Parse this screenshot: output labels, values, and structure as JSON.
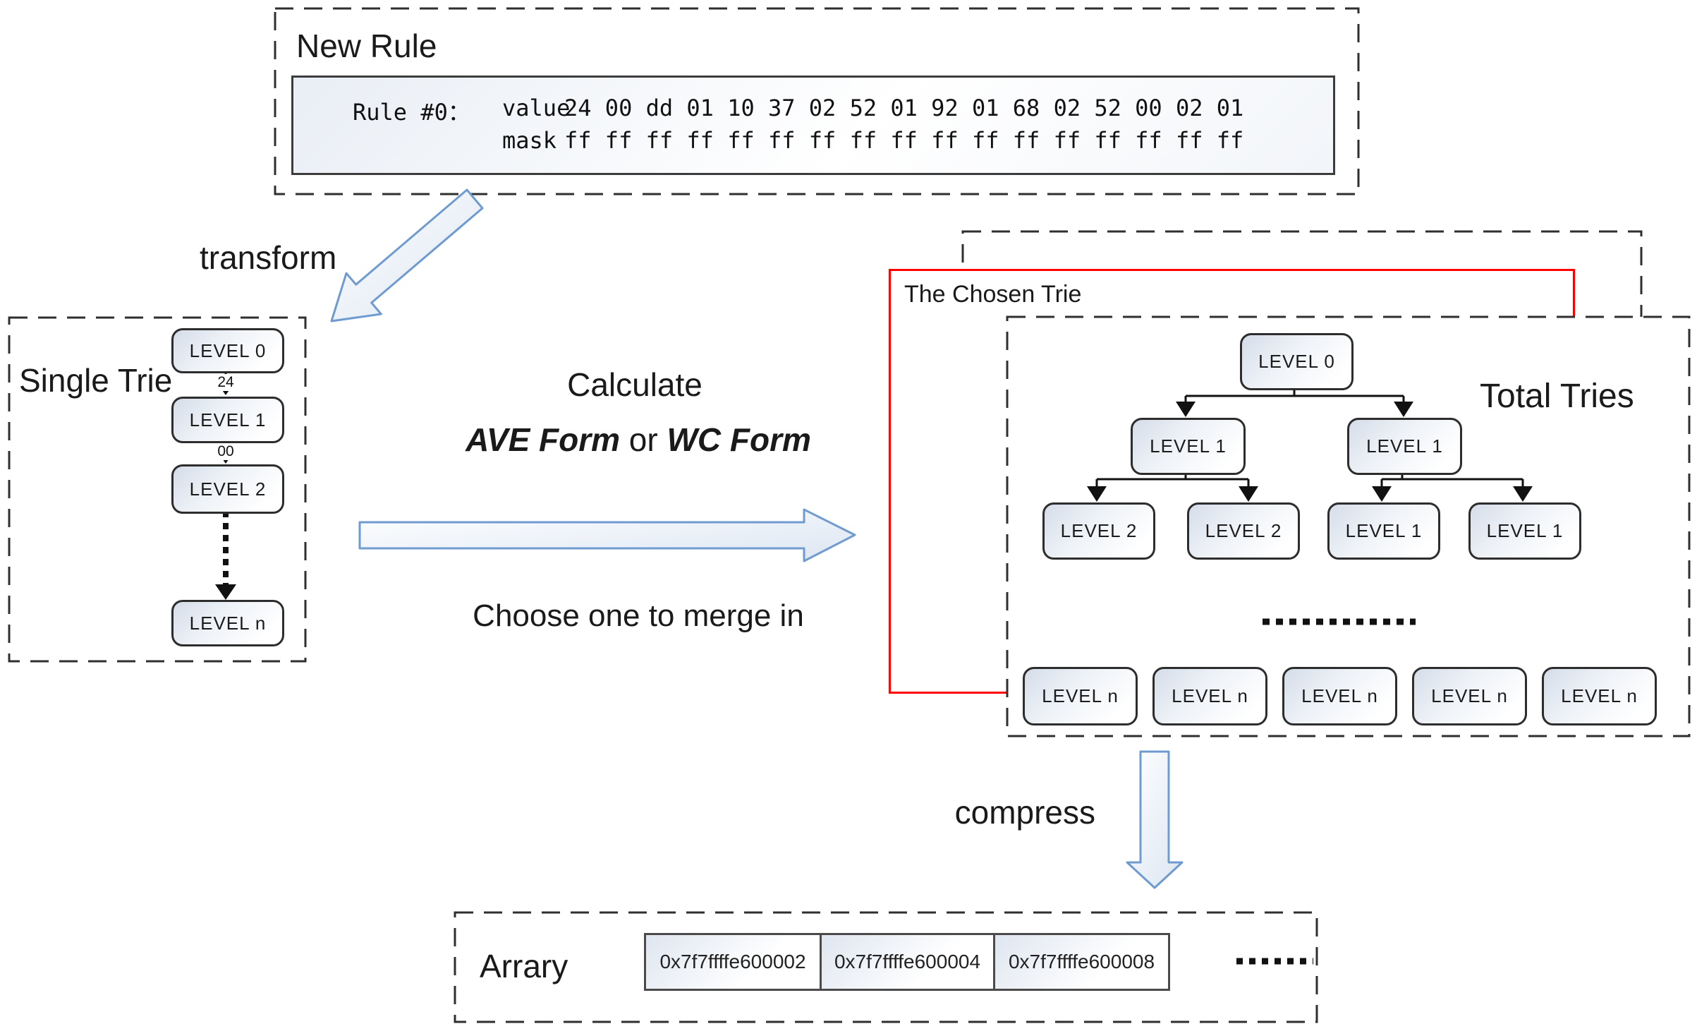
{
  "new_rule": {
    "title": "New Rule",
    "rule_label": "Rule #0：",
    "value_label": "value",
    "value_bytes": "24 00 dd 01 10 37 02 52 01 92 01 68 02 52 00 02 01",
    "mask_label": "mask",
    "mask_bytes": "ff ff ff ff ff ff ff ff ff ff ff ff ff ff ff ff ff"
  },
  "flow_labels": {
    "transform": "transform",
    "calculate": "Calculate",
    "ave_form": "AVE Form",
    "or_text": " or ",
    "wc_form": "WC Form",
    "choose": "Choose one to merge in",
    "compress": "compress"
  },
  "single_trie": {
    "title": "Single Trie",
    "levels": [
      "LEVEL 0",
      "LEVEL 1",
      "LEVEL 2",
      "LEVEL n"
    ],
    "edge_labels": [
      "24",
      "00"
    ]
  },
  "total_tries": {
    "chosen_label": "The Chosen Trie",
    "title": "Total Tries",
    "root": "LEVEL 0",
    "row2": [
      "LEVEL 1",
      "LEVEL 1"
    ],
    "row3": [
      "LEVEL 2",
      "LEVEL 2",
      "LEVEL 1",
      "LEVEL 1"
    ],
    "leaf_row": [
      "LEVEL n",
      "LEVEL n",
      "LEVEL n",
      "LEVEL n",
      "LEVEL n"
    ]
  },
  "array_box": {
    "title": "Arrary",
    "cells": [
      "0x7f7ffffe600002",
      "0x7f7ffffe600004",
      "0x7f7ffffe600008"
    ]
  },
  "colors": {
    "red_highlight": "#ff0000",
    "arrow_stroke": "#6f9bd1",
    "node_border": "#2d2d2d",
    "dash_border": "#2f2f2f"
  }
}
